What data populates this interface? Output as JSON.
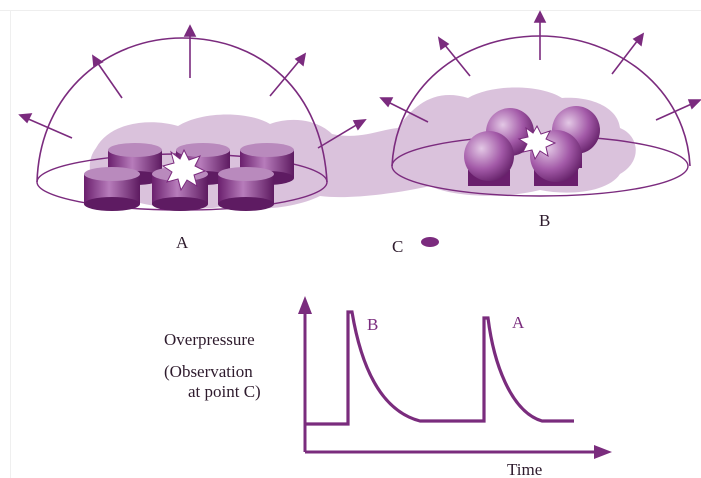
{
  "colors": {
    "purple_dark": "#7b2b7e",
    "purple_mid": "#a05aa6",
    "purple_light": "#c9a2cc",
    "cloud": "#d7bdd9",
    "text_dark": "#2e1b2d",
    "graph_line": "#7a2c7d"
  },
  "scene": {
    "label_a": "A",
    "label_b": "B",
    "label_c": "C",
    "tank_field_a": "cylindrical-tanks",
    "tank_field_b": "spherical-tanks",
    "explosion_icon": "star-burst-icon",
    "blast_arrow_icon": "arrow-icon"
  },
  "graph": {
    "ylabel_line1": "Overpressure",
    "ylabel_line2": "(Observation",
    "ylabel_line3": "at point C)",
    "xlabel": "Time",
    "peak_b_label": "B",
    "peak_a_label": "A"
  }
}
